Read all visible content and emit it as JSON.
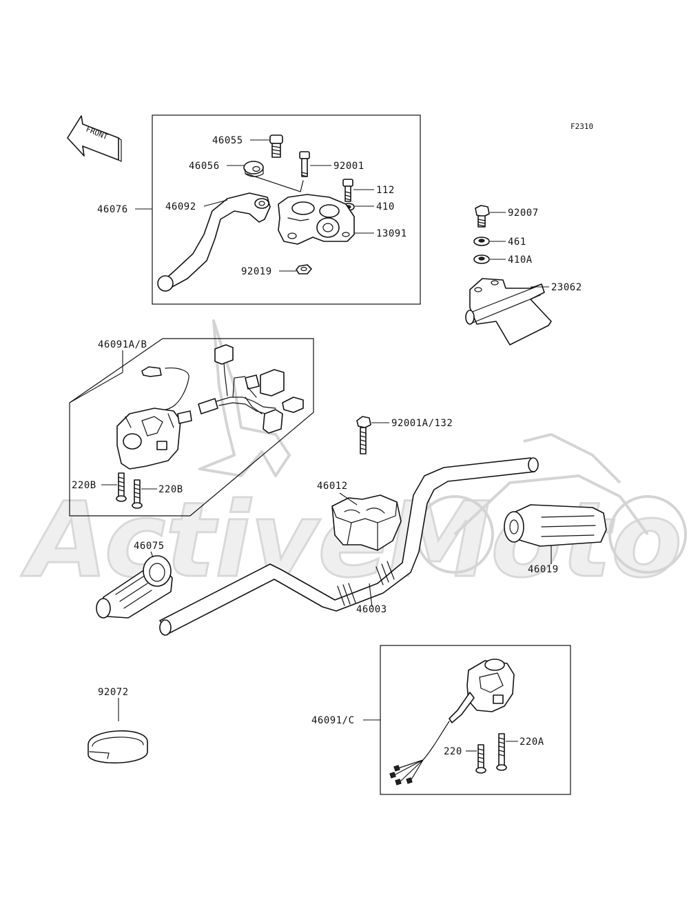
{
  "figure_code": "F2310",
  "direction_arrow": {
    "text": "FRONT",
    "icon": "front-arrow-icon"
  },
  "watermark": {
    "text": "ActiveMoto"
  },
  "parts": {
    "p46055": "46055",
    "p46056": "46056",
    "p92001": "92001",
    "p112": "112",
    "p410": "410",
    "p46092": "46092",
    "p13091": "13091",
    "p46076": "46076",
    "p92019": "92019",
    "p92007": "92007",
    "p461": "461",
    "p410A": "410A",
    "p23062": "23062",
    "p46091AB": "46091A/B",
    "p220B_left": "220B",
    "p220B_right": "220B",
    "p92001A132": "92001A/132",
    "p46012": "46012",
    "p46075": "46075",
    "p46019": "46019",
    "p46003": "46003",
    "p92072": "92072",
    "p46091C": "46091/C",
    "p220": "220",
    "p220A": "220A"
  }
}
